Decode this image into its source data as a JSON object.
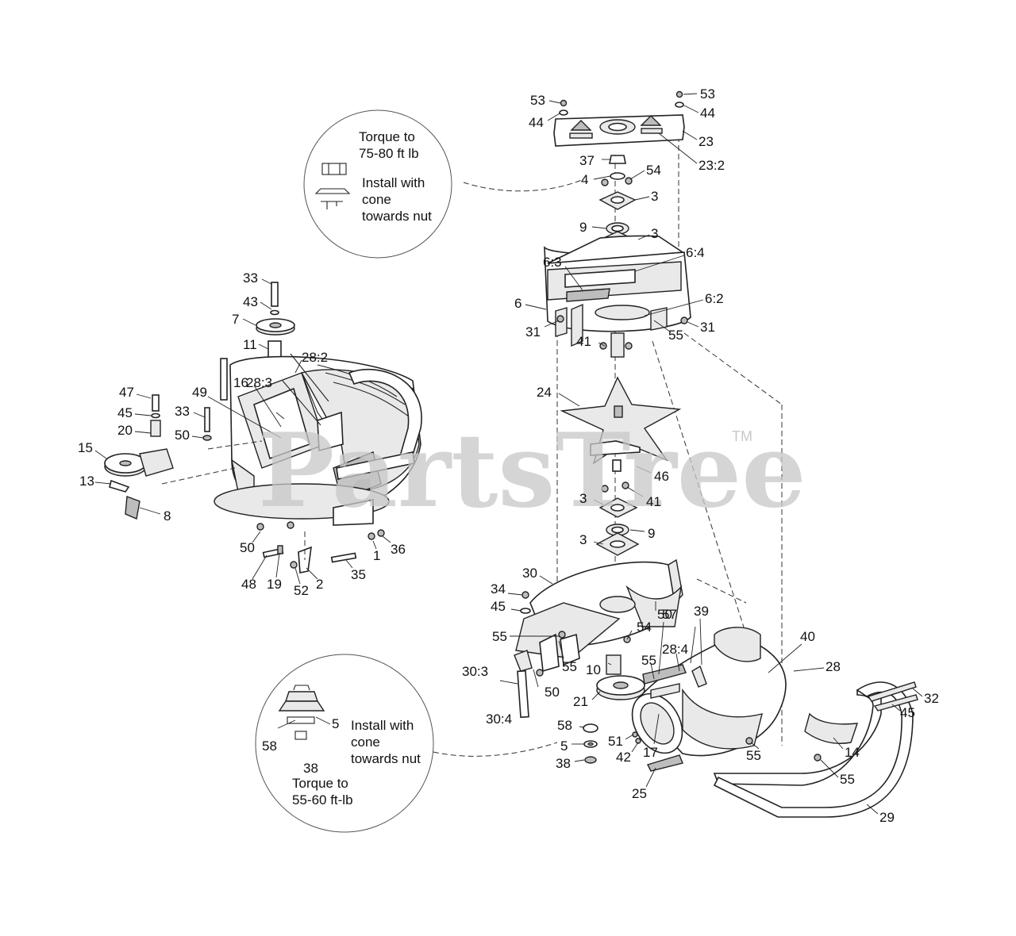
{
  "watermark": {
    "brand": "PartsTree",
    "tm": "TM"
  },
  "notes": {
    "top": {
      "line1": "Torque to",
      "line2": "75-80 ft lb",
      "line3": "Install with",
      "line4": "cone",
      "line5": "towards nut"
    },
    "bottom": {
      "line1": "Install with",
      "line2": "cone",
      "line3": "towards nut",
      "line4": "Torque to",
      "line5": "55-60 ft-lb",
      "ref5": "5",
      "ref58": "58",
      "ref38": "38"
    }
  },
  "callouts": [
    {
      "id": "c53a",
      "text": "53"
    },
    {
      "id": "c44a",
      "text": "44"
    },
    {
      "id": "c53b",
      "text": "53"
    },
    {
      "id": "c44b",
      "text": "44"
    },
    {
      "id": "c23",
      "text": "23"
    },
    {
      "id": "c23_2",
      "text": "23:2"
    },
    {
      "id": "c37",
      "text": "37"
    },
    {
      "id": "c4",
      "text": "4"
    },
    {
      "id": "c54a",
      "text": "54"
    },
    {
      "id": "c3a",
      "text": "3"
    },
    {
      "id": "c9a",
      "text": "9"
    },
    {
      "id": "c3b",
      "text": "3"
    },
    {
      "id": "c6_3",
      "text": "6:3"
    },
    {
      "id": "c6_4",
      "text": "6:4"
    },
    {
      "id": "c6",
      "text": "6"
    },
    {
      "id": "c6_2",
      "text": "6:2"
    },
    {
      "id": "c31a",
      "text": "31"
    },
    {
      "id": "c31b",
      "text": "31"
    },
    {
      "id": "c55a",
      "text": "55"
    },
    {
      "id": "c41a",
      "text": "41"
    },
    {
      "id": "c24",
      "text": "24"
    },
    {
      "id": "c46",
      "text": "46"
    },
    {
      "id": "c3c",
      "text": "3"
    },
    {
      "id": "c41b",
      "text": "41"
    },
    {
      "id": "c9b",
      "text": "9"
    },
    {
      "id": "c3d",
      "text": "3"
    },
    {
      "id": "c30",
      "text": "30"
    },
    {
      "id": "c34",
      "text": "34"
    },
    {
      "id": "c45a",
      "text": "45"
    },
    {
      "id": "c50a",
      "text": "50"
    },
    {
      "id": "c55b",
      "text": "55"
    },
    {
      "id": "c55c",
      "text": "55"
    },
    {
      "id": "c54b",
      "text": "54"
    },
    {
      "id": "c57",
      "text": "57"
    },
    {
      "id": "c28_4",
      "text": "28:4"
    },
    {
      "id": "c39",
      "text": "39"
    },
    {
      "id": "c40",
      "text": "40"
    },
    {
      "id": "c28",
      "text": "28"
    },
    {
      "id": "c10",
      "text": "10"
    },
    {
      "id": "c55d",
      "text": "55"
    },
    {
      "id": "c30_3",
      "text": "30:3"
    },
    {
      "id": "c50b",
      "text": "50"
    },
    {
      "id": "c21",
      "text": "21"
    },
    {
      "id": "c30_4",
      "text": "30:4"
    },
    {
      "id": "c58",
      "text": "58"
    },
    {
      "id": "c5",
      "text": "5"
    },
    {
      "id": "c38",
      "text": "38"
    },
    {
      "id": "c51",
      "text": "51"
    },
    {
      "id": "c42",
      "text": "42"
    },
    {
      "id": "c17",
      "text": "17"
    },
    {
      "id": "c25",
      "text": "25"
    },
    {
      "id": "c55e",
      "text": "55"
    },
    {
      "id": "c14",
      "text": "14"
    },
    {
      "id": "c55f",
      "text": "55"
    },
    {
      "id": "c32",
      "text": "32"
    },
    {
      "id": "c45b",
      "text": "45"
    },
    {
      "id": "c29",
      "text": "29"
    },
    {
      "id": "c33a",
      "text": "33"
    },
    {
      "id": "c43",
      "text": "43"
    },
    {
      "id": "c7",
      "text": "7"
    },
    {
      "id": "c11",
      "text": "11"
    },
    {
      "id": "c28_2",
      "text": "28:2"
    },
    {
      "id": "c28_3",
      "text": "28:3"
    },
    {
      "id": "c16",
      "text": "16"
    },
    {
      "id": "c49",
      "text": "49"
    },
    {
      "id": "c47",
      "text": "47"
    },
    {
      "id": "c45c",
      "text": "45"
    },
    {
      "id": "c33b",
      "text": "33"
    },
    {
      "id": "c20",
      "text": "20"
    },
    {
      "id": "c50c",
      "text": "50"
    },
    {
      "id": "c15",
      "text": "15"
    },
    {
      "id": "c13",
      "text": "13"
    },
    {
      "id": "c8",
      "text": "8"
    },
    {
      "id": "c50d",
      "text": "50"
    },
    {
      "id": "c1",
      "text": "1"
    },
    {
      "id": "c36",
      "text": "36"
    },
    {
      "id": "c48",
      "text": "48"
    },
    {
      "id": "c19",
      "text": "19"
    },
    {
      "id": "c52",
      "text": "52"
    },
    {
      "id": "c2",
      "text": "2"
    },
    {
      "id": "c35",
      "text": "35"
    }
  ]
}
